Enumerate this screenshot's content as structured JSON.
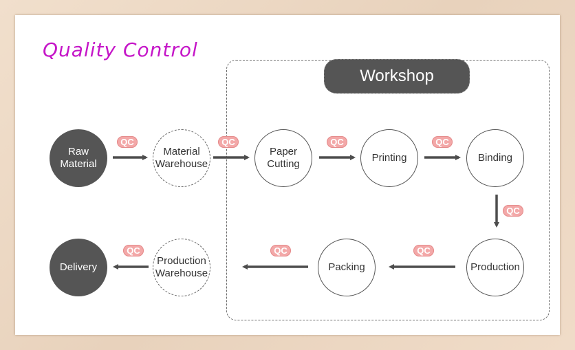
{
  "title": "Quality Control",
  "workshop": "Workshop",
  "nodes": {
    "raw_material": "Raw\nMaterial",
    "material_warehouse": "Material\nWarehouse",
    "paper_cutting": "Paper\nCutting",
    "printing": "Printing",
    "binding": "Binding",
    "production": "Production",
    "packing": "Packing",
    "production_warehouse": "Production\nWarehouse",
    "delivery": "Delivery"
  },
  "qc_label": "QC",
  "colors": {
    "title": "#c516c8",
    "dark_node": "#555555",
    "qc_badge": "#f3a8a8",
    "arrow": "#4d4d4d"
  }
}
